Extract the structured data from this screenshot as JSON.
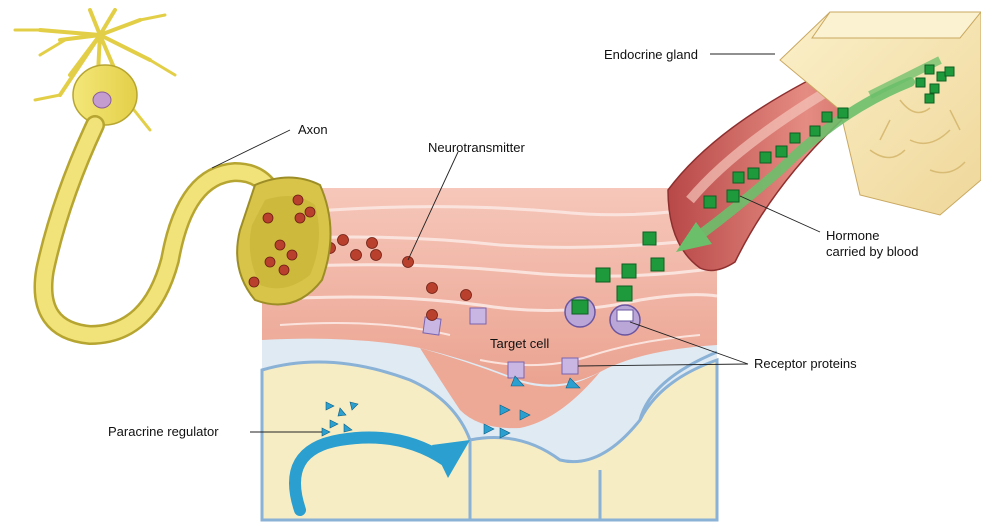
{
  "labels": {
    "axon": "Axon",
    "neurotransmitter": "Neurotransmitter",
    "endocrine_gland": "Endocrine gland",
    "hormone": "Hormone",
    "carried_by_blood": "carried by blood",
    "target_cell": "Target cell",
    "receptor_proteins": "Receptor proteins",
    "paracrine_regulator": "Paracrine regulator"
  },
  "colors": {
    "neuron": "#f2e26a",
    "neuron_outline": "#b6a530",
    "nucleus": "#c59cd0",
    "muscle": "#f0b3a4",
    "muscle_fiber": "#e89a8b",
    "vessel": "#c95a5a",
    "vessel_inner": "#f2c2b8",
    "gland": "#f7e6b4",
    "hormone": "#1e9a3c",
    "neurotransmitter": "#b8402d",
    "receptor": "#bba6d8",
    "paracrine": "#2a9fd0",
    "cell_tissue": "#f7edc4",
    "cell_border": "#8ab1d6"
  }
}
